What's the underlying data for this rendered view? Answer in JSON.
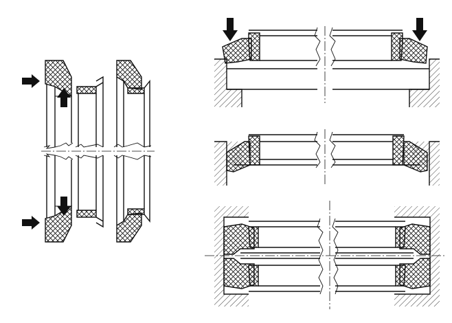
{
  "figure": {
    "colors": {
      "ink": "#111111",
      "background": "#ffffff"
    },
    "views": [
      {
        "name": "left-section-views",
        "arrows": [
          "push-arrow-upper",
          "lift-arrow-up",
          "push-arrow-lower",
          "lift-arrow-down"
        ]
      },
      {
        "name": "right-assembly-top",
        "arrows": [
          "press-arrow-left",
          "press-arrow-right"
        ]
      },
      {
        "name": "right-assembly-middle",
        "arrows": []
      },
      {
        "name": "right-assembly-bottom",
        "arrows": []
      }
    ]
  }
}
